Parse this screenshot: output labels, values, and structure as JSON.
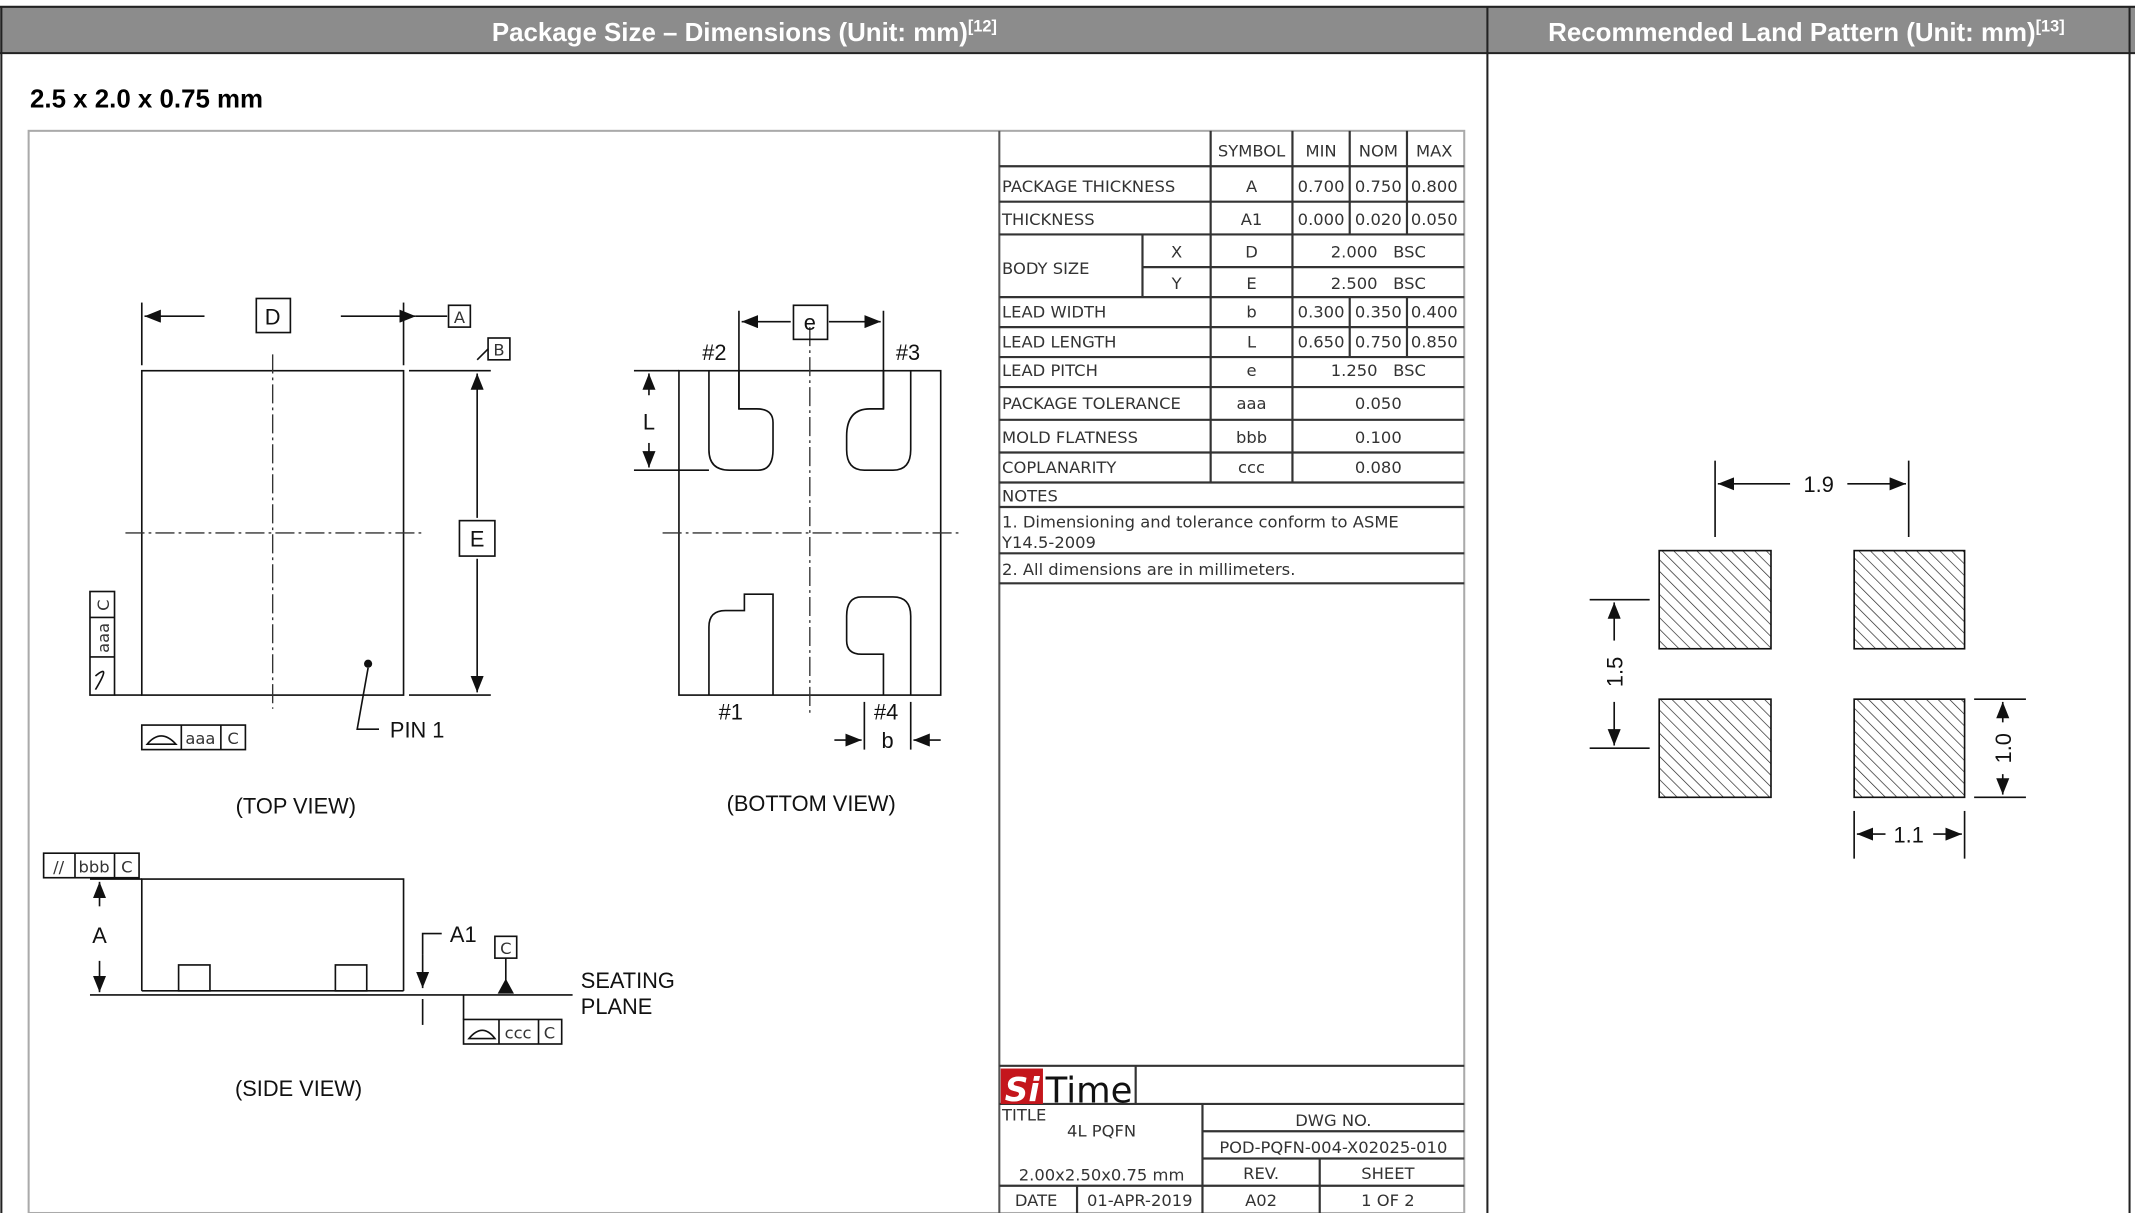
{
  "headers": {
    "left": "Package Size – Dimensions (Unit: mm)",
    "left_ref": "[12]",
    "right": "Recommended Land Pattern (Unit: mm)",
    "right_ref": "[13]"
  },
  "package_label": "2.5 x 2.0 x 0.75 mm",
  "drawing": {
    "top_view": {
      "caption": "(TOP VIEW)",
      "dim_d": "D",
      "dim_e": "E",
      "datum_a": "A",
      "datum_b": "B",
      "pin1": "PIN 1",
      "tol_aaa": "aaa",
      "tol_c": "C"
    },
    "bottom_view": {
      "caption": "(BOTTOM VIEW)",
      "dim_e": "e",
      "dim_l": "L",
      "dim_b": "b",
      "pin2": "#2",
      "pin3": "#3",
      "pin1": "#1",
      "pin4": "#4"
    },
    "side_view": {
      "caption": "(SIDE VIEW)",
      "dim_a": "A",
      "dim_a1": "A1",
      "datum_c": "C",
      "seating1": "SEATING",
      "seating2": "PLANE",
      "tol_bbb": "bbb",
      "tol_ccc": "ccc",
      "tol_c": "C",
      "parallel": "//"
    }
  },
  "table": {
    "headers": [
      "SYMBOL",
      "MIN",
      "NOM",
      "MAX"
    ],
    "rows": [
      {
        "name": "PACKAGE THICKNESS",
        "symbol": "A",
        "min": "0.700",
        "nom": "0.750",
        "max": "0.800"
      },
      {
        "name": "THICKNESS",
        "symbol": "A1",
        "min": "0.000",
        "nom": "0.020",
        "max": "0.050"
      },
      {
        "name": "BODY SIZE",
        "sub": "X",
        "symbol": "D",
        "value": "2.000   BSC"
      },
      {
        "name": "",
        "sub": "Y",
        "symbol": "E",
        "value": "2.500   BSC"
      },
      {
        "name": "LEAD WIDTH",
        "symbol": "b",
        "min": "0.300",
        "nom": "0.350",
        "max": "0.400"
      },
      {
        "name": "LEAD LENGTH",
        "symbol": "L",
        "min": "0.650",
        "nom": "0.750",
        "max": "0.850"
      },
      {
        "name": "LEAD PITCH",
        "symbol": "e",
        "value": "1.250   BSC"
      },
      {
        "name": "PACKAGE TOLERANCE",
        "symbol": "aaa",
        "value": "0.050"
      },
      {
        "name": "MOLD FLATNESS",
        "symbol": "bbb",
        "value": "0.100"
      },
      {
        "name": "COPLANARITY",
        "symbol": "ccc",
        "value": "0.080"
      }
    ],
    "notes_title": "NOTES",
    "note1a": "1. Dimensioning and tolerance conform to ASME",
    "note1b": "Y14.5-2009",
    "note2": "2. All dimensions are in millimeters."
  },
  "title_block": {
    "logo_si": "Si",
    "logo_time": "Time",
    "title_label": "TITLE",
    "title": "4L PQFN",
    "size": "2.00x2.50x0.75 mm",
    "dwg_label": "DWG NO.",
    "dwg_no": "POD-PQFN-004-X02025-010",
    "rev_label": "REV.",
    "sheet_label": "SHEET",
    "date_label": "DATE",
    "date": "01-APR-2019",
    "rev": "A02",
    "sheet": "1 OF 2"
  },
  "land_pattern": {
    "pitch_x": "1.9",
    "pitch_y": "1.5",
    "pad_h": "1.0",
    "pad_w": "1.1"
  },
  "colors": {
    "header_bg": "#8c8c8c",
    "logo_red": "#c4161c"
  }
}
